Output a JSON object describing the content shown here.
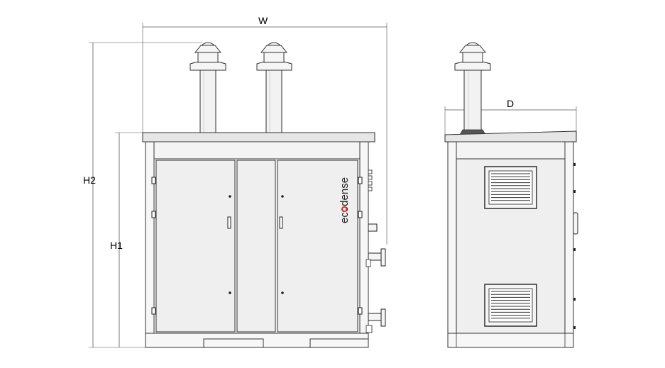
{
  "dimensions": {
    "width_label": "W",
    "depth_label": "D",
    "overall_height_label": "H2",
    "cabinet_height_label": "H1"
  },
  "logo": {
    "brand": "ecodense",
    "subtitle": "",
    "accent_color": "#e03a2f"
  },
  "colors": {
    "panel": "#efefef",
    "roof": "#e6e6e6",
    "frame": "#f7f7f7",
    "stroke": "#333333"
  }
}
